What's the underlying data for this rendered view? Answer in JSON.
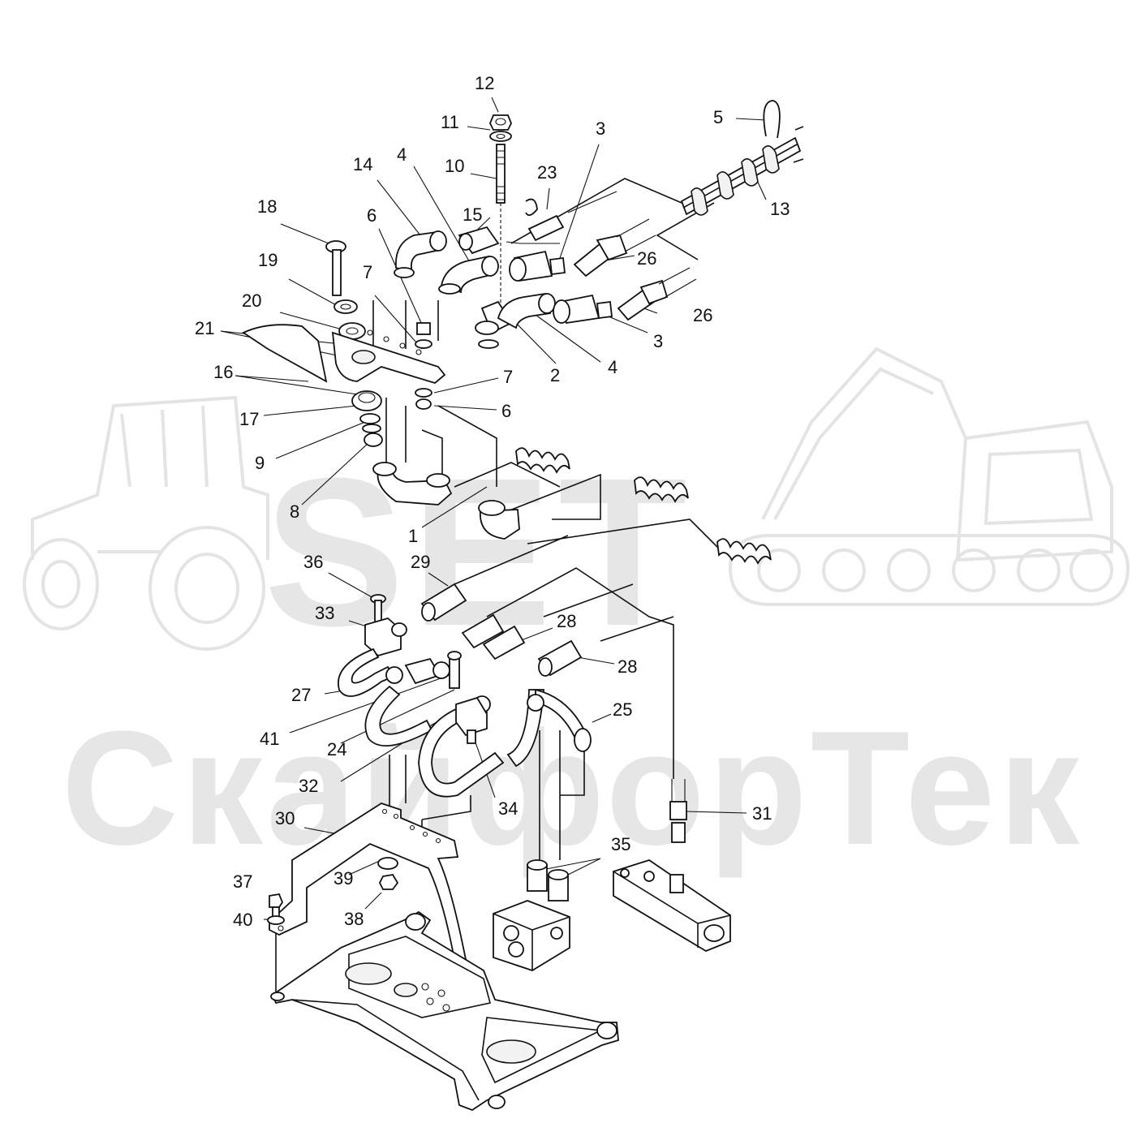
{
  "watermark": {
    "logo_text": "SET",
    "brand_text": "СкайфорТек"
  },
  "labels": [
    {
      "id": "l12",
      "text": "12"
    },
    {
      "id": "l11",
      "text": "11"
    },
    {
      "id": "l10",
      "text": "10"
    },
    {
      "id": "l3a",
      "text": "3"
    },
    {
      "id": "l5",
      "text": "5"
    },
    {
      "id": "l13",
      "text": "13"
    },
    {
      "id": "l4a",
      "text": "4"
    },
    {
      "id": "l14",
      "text": "14"
    },
    {
      "id": "l23",
      "text": "23"
    },
    {
      "id": "l18",
      "text": "18"
    },
    {
      "id": "l15",
      "text": "15"
    },
    {
      "id": "l6a",
      "text": "6"
    },
    {
      "id": "l26a",
      "text": "26"
    },
    {
      "id": "l19",
      "text": "19"
    },
    {
      "id": "l7a",
      "text": "7"
    },
    {
      "id": "l20",
      "text": "20"
    },
    {
      "id": "l26b",
      "text": "26"
    },
    {
      "id": "l21",
      "text": "21"
    },
    {
      "id": "l3b",
      "text": "3"
    },
    {
      "id": "l16",
      "text": "16"
    },
    {
      "id": "l2",
      "text": "2"
    },
    {
      "id": "l4b",
      "text": "4"
    },
    {
      "id": "l7b",
      "text": "7"
    },
    {
      "id": "l17",
      "text": "17"
    },
    {
      "id": "l6b",
      "text": "6"
    },
    {
      "id": "l9",
      "text": "9"
    },
    {
      "id": "l8",
      "text": "8"
    },
    {
      "id": "l1",
      "text": "1"
    },
    {
      "id": "l36",
      "text": "36"
    },
    {
      "id": "l29",
      "text": "29"
    },
    {
      "id": "l33",
      "text": "33"
    },
    {
      "id": "l28a",
      "text": "28"
    },
    {
      "id": "l28b",
      "text": "28"
    },
    {
      "id": "l27",
      "text": "27"
    },
    {
      "id": "l25",
      "text": "25"
    },
    {
      "id": "l41",
      "text": "41"
    },
    {
      "id": "l24",
      "text": "24"
    },
    {
      "id": "l32",
      "text": "32"
    },
    {
      "id": "l34",
      "text": "34"
    },
    {
      "id": "l31",
      "text": "31"
    },
    {
      "id": "l30",
      "text": "30"
    },
    {
      "id": "l35",
      "text": "35"
    },
    {
      "id": "l37",
      "text": "37"
    },
    {
      "id": "l39",
      "text": "39"
    },
    {
      "id": "l40",
      "text": "40"
    },
    {
      "id": "l38",
      "text": "38"
    }
  ]
}
